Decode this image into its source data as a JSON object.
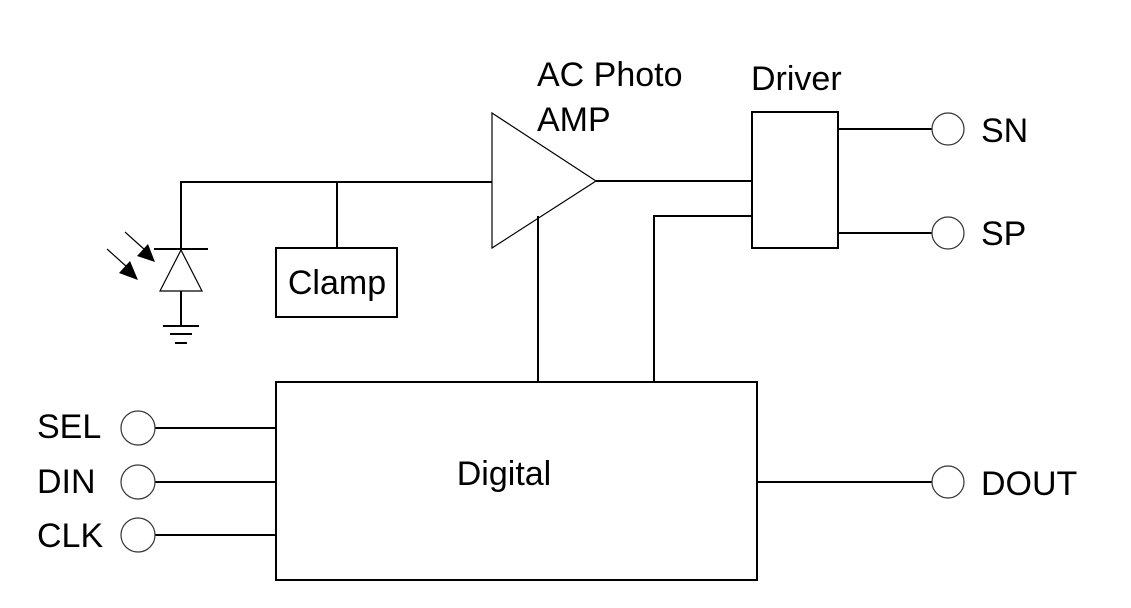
{
  "diagram": {
    "title": "Photo receiver block diagram",
    "blocks": {
      "amp_label_line1": "AC Photo",
      "amp_label_line2": "AMP",
      "driver_label": "Driver",
      "clamp_label": "Clamp",
      "digital_label": "Digital"
    },
    "pins": {
      "sn": "SN",
      "sp": "SP",
      "sel": "SEL",
      "din": "DIN",
      "clk": "CLK",
      "dout": "DOUT"
    },
    "components": {
      "photodiode": "photodiode-icon",
      "ground": "ground-icon",
      "amplifier": "amplifier-triangle-icon"
    }
  }
}
